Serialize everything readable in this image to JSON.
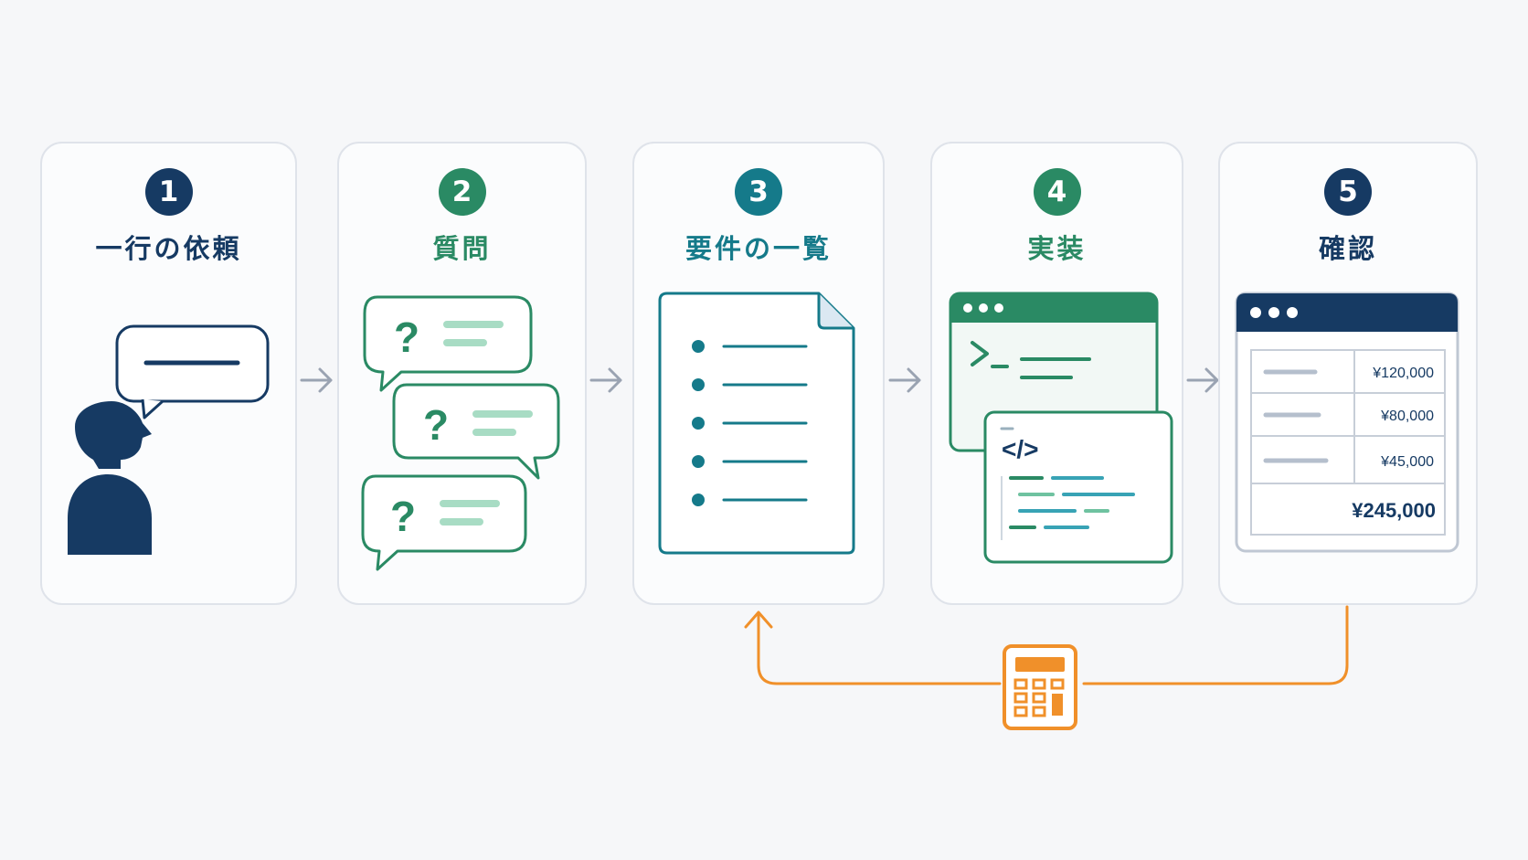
{
  "steps": [
    {
      "number": "1",
      "title": "一行の依頼"
    },
    {
      "number": "2",
      "title": "質問"
    },
    {
      "number": "3",
      "title": "要件の一覧"
    },
    {
      "number": "4",
      "title": "実装"
    },
    {
      "number": "5",
      "title": "確認"
    }
  ],
  "colors": {
    "navy": "#163a63",
    "green": "#2a8a64",
    "teal": "#157a8a",
    "orange": "#f0902a",
    "gray_arrow": "#9aa3b2"
  },
  "implementation": {
    "code_tag": "</>"
  },
  "confirmation_table": {
    "amounts": [
      "¥120,000",
      "¥80,000",
      "¥45,000"
    ],
    "total": "¥245,000"
  },
  "loop_icon": "calculator-icon"
}
